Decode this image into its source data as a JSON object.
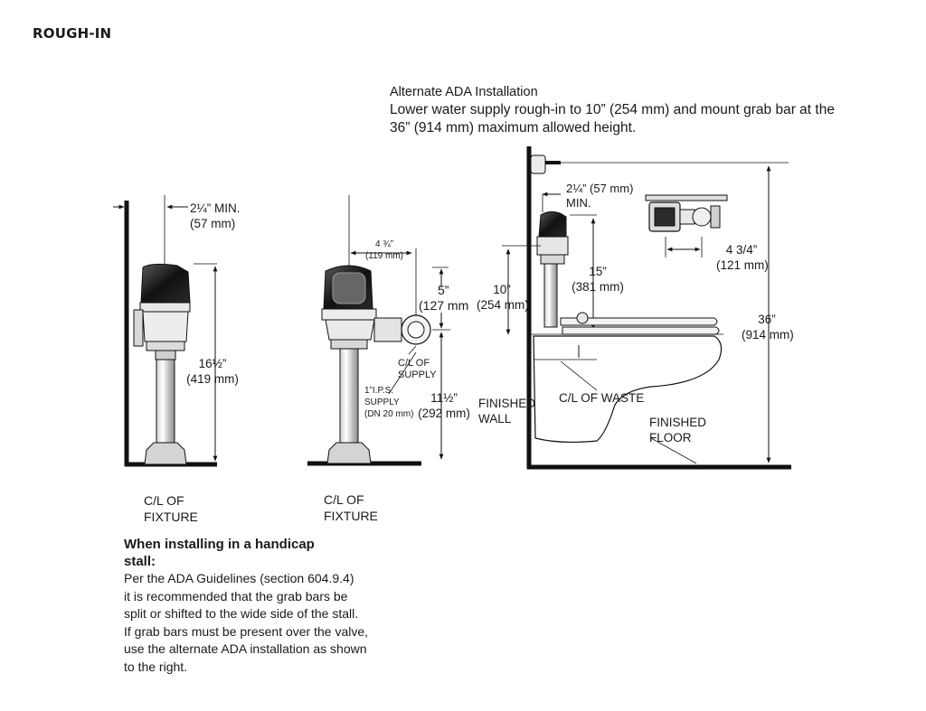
{
  "section_title": "ROUGH-IN",
  "ada": {
    "caption": "Alternate ADA Installation",
    "line1": "Lower water supply rough-in to 10” (254 mm) and mount grab bar at the",
    "line2": "36” (914 mm) maximum allowed height."
  },
  "side_view": {
    "min_in": "2¼” MIN.",
    "min_mm": "(57 mm)",
    "height_in": "16½”",
    "height_mm": "(419 mm)",
    "cl_1": "C/L OF",
    "cl_2": "FIXTURE"
  },
  "front_view": {
    "width_in": "4 ¾”",
    "width_mm": "(119 mm)",
    "top_in": "5”",
    "top_mm": "(127 mm",
    "supply_1": "C/L OF",
    "supply_2": "SUPPLY",
    "ips_1": "1”I.P.S.",
    "ips_2": "SUPPLY",
    "ips_3": "(DN 20 mm)",
    "low_in": "11½”",
    "low_mm": "(292 mm)",
    "cl_1": "C/L OF",
    "cl_2": "FIXTURE"
  },
  "ada_view": {
    "min_in": "2¼” (57 mm)",
    "min_2": "MIN.",
    "ten_in": "10”",
    "ten_mm": "(254 mm)",
    "fifteen_in": "15”",
    "fifteen_mm": "(381 mm)",
    "side_in": "4 3/4”",
    "side_mm": "(121 mm)",
    "bar_in": "36”",
    "bar_mm": "(914 mm)",
    "wall_1": "FINISHED",
    "wall_2": "WALL",
    "waste": "C/L OF WASTE",
    "floor_1": "FINISHED",
    "floor_2": "FLOOR"
  },
  "note": {
    "heading_1": "When installing in a handicap",
    "heading_2": "stall:",
    "body": [
      "Per the ADA Guidelines (section 604.9.4)",
      "it is recommended that the grab bars be",
      "split or shifted to the wide side of the stall.",
      "If grab bars must be present over the valve,",
      "use the alternate ADA installation as shown",
      "to the right."
    ]
  }
}
